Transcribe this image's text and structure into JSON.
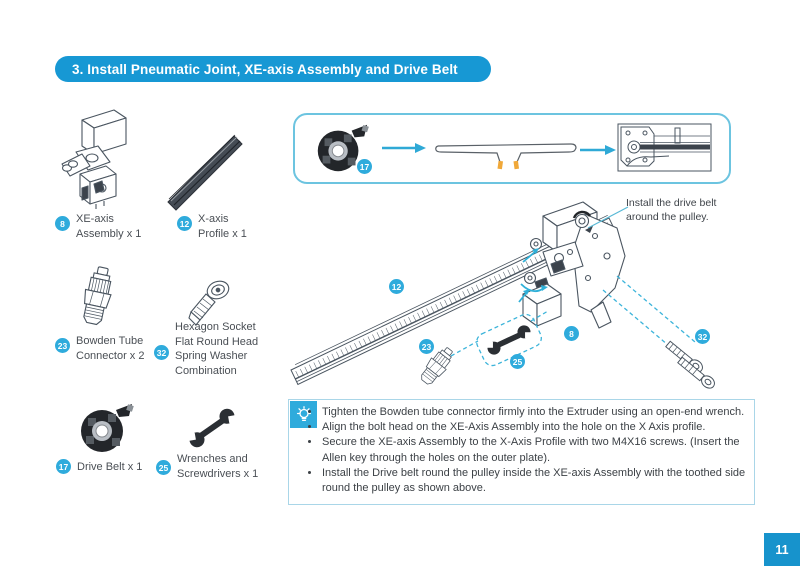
{
  "header": {
    "title": "3. Install Pneumatic Joint, XE-axis Assembly and Drive Belt"
  },
  "parts": [
    {
      "badge": "8",
      "label": "XE-axis Assembly x 1"
    },
    {
      "badge": "12",
      "label": "X-axis Profile x 1"
    },
    {
      "badge": "23",
      "label": "Bowden Tube Connector x 2"
    },
    {
      "badge": "32",
      "label": "Hexagon Socket Flat Round Head Spring Washer Combination"
    },
    {
      "badge": "17",
      "label": "Drive Belt x 1"
    },
    {
      "badge": "25",
      "label": "Wrenches and Screwdrivers x 1"
    }
  ],
  "belt_steps": {
    "badge": "17"
  },
  "diagram": {
    "annotation": "Install the drive belt around the pulley.",
    "callouts": {
      "profile": "12",
      "bowden": "23",
      "wrench": "25",
      "assembly": "8",
      "screws": "32"
    }
  },
  "tips": {
    "items": [
      "Tighten the Bowden tube connector firmly into the Extruder using an open-end wrench.",
      "Align the bolt head on the XE-Axis Assembly into the hole on the X Axis profile.",
      "Secure the XE-axis Assembly to the X-Axis Profile with two M4X16 screws. (Insert the Allen key through the holes on the outer plate).",
      "Install the Drive belt round the pulley inside the XE-axis Assembly with the toothed side round the pulley as shown above."
    ]
  },
  "page": {
    "number": "11"
  },
  "colors": {
    "accent": "#1798d4",
    "badge": "#2fabdc",
    "teal": "#3cb4da",
    "line_art": "#4a5560",
    "tip_border": "#a9d6e8",
    "orange": "#f0a839"
  }
}
